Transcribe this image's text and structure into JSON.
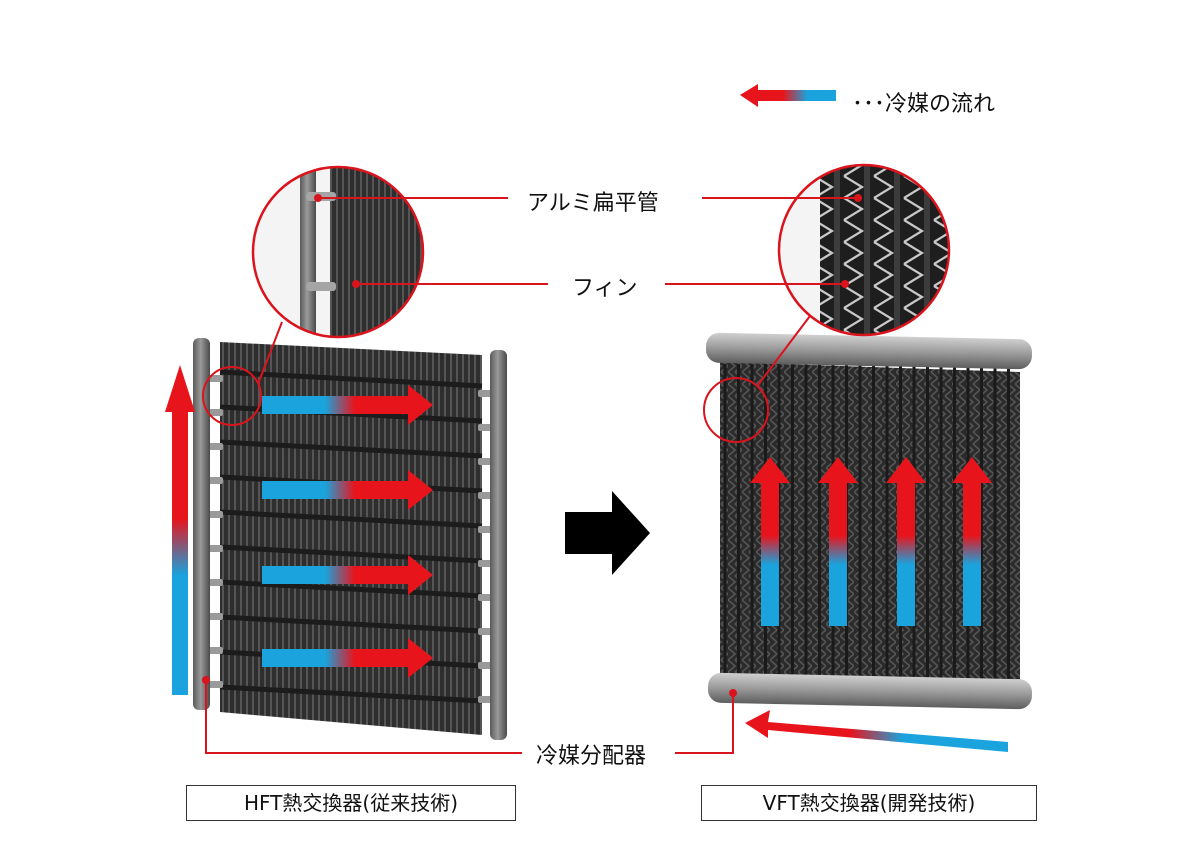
{
  "legend": {
    "text": "･･･冷媒の流れ",
    "hot_color": "#e8141c",
    "cold_color": "#1aa3dc"
  },
  "labels": {
    "flat_tube": "アルミ扁平管",
    "fin": "フィン",
    "distributor": "冷媒分配器"
  },
  "captions": {
    "hft": "HFT熱交換器(従来技術)",
    "vft": "VFT熱交換器(開発技術)"
  },
  "colors": {
    "leader": "#d9141c",
    "core_dark": "#2f2f2f",
    "fin_line": "#4a4a4a",
    "pipe": "#8c8c8c",
    "transition_arrow": "#000000"
  }
}
